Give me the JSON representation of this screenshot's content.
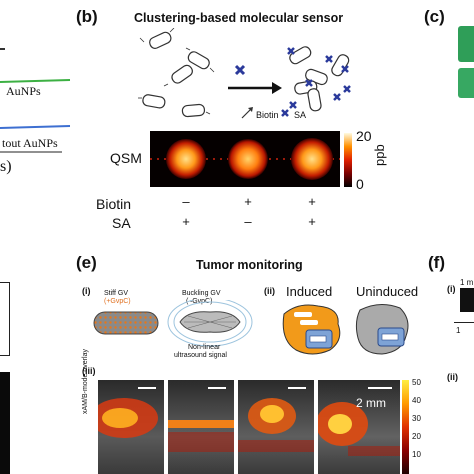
{
  "panel_b": {
    "letter": "(b)",
    "title": "Clustering-based molecular sensor",
    "legend_biotin": "Biotin",
    "legend_sa": "SA",
    "qsm_label": "QSM",
    "colorbar": {
      "max": "20",
      "min": "0",
      "unit": "ppb"
    },
    "rows": {
      "biotin": {
        "label": "Biotin",
        "values": [
          "–",
          "+",
          "+"
        ]
      },
      "sa": {
        "label": "SA",
        "values": [
          "+",
          "–",
          "+"
        ]
      }
    }
  },
  "panel_a_fragment": {
    "label_with": "AuNPs",
    "label_without": "tout AuNPs",
    "axis_fragment": "s)"
  },
  "panel_c": {
    "letter": "(c)"
  },
  "panel_e": {
    "letter": "(e)",
    "title": "Tumor monitoring",
    "sub_i": "(i)",
    "sub_ii": "(ii)",
    "sub_iii": "(iii)",
    "stiff_gv": "Stiff GV",
    "stiff_gv_sub": "(+GvpC)",
    "buckling_gv": "Buckling GV",
    "buckling_gv_sub": "(–GvpC)",
    "nonlinear": "Non-linear",
    "nonlinear2": "ultrasound signal",
    "induced": "Induced",
    "uninduced": "Uninduced",
    "side_label": "xAM/B-mode overlay",
    "scale": "2 mm",
    "colorbar_ticks": [
      "50",
      "40",
      "30",
      "20",
      "10"
    ]
  },
  "panel_f": {
    "letter": "(f)",
    "sub_i": "(i)",
    "sub_ii": "(ii)",
    "frag_top": "1 m",
    "frag_bottom": "1"
  }
}
